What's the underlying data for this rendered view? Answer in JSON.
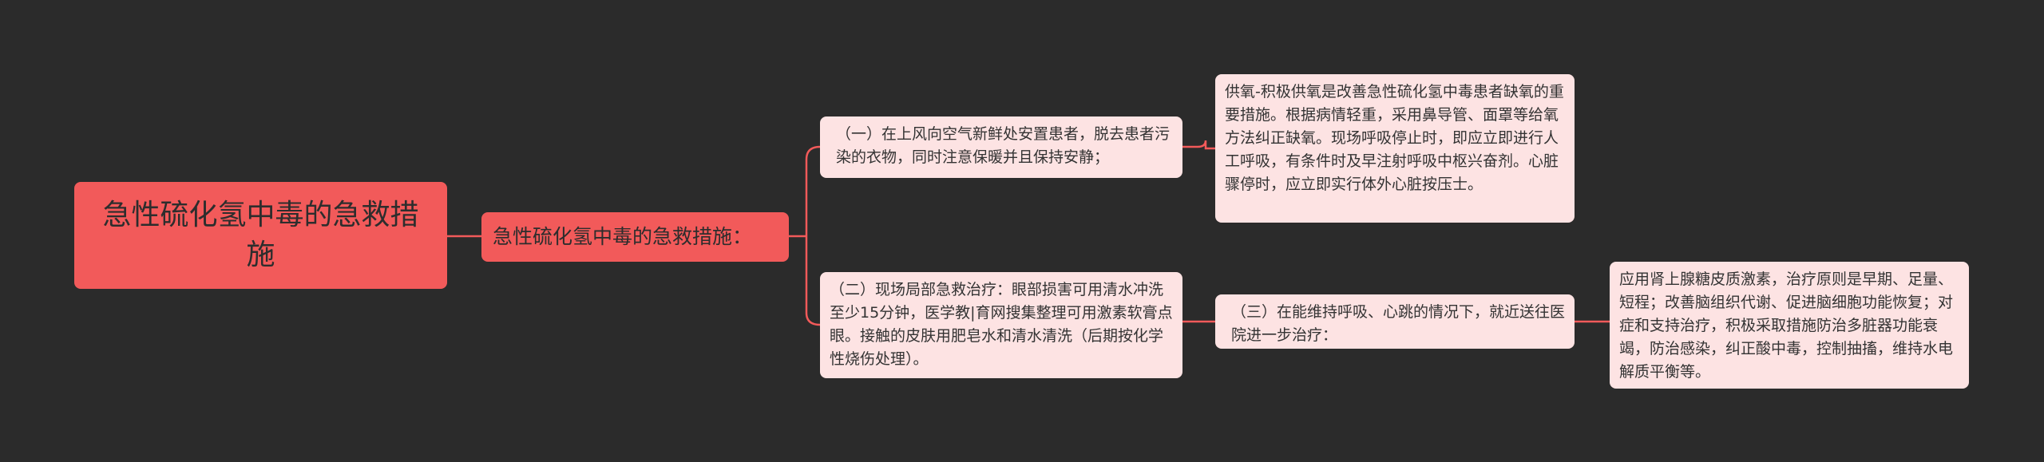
{
  "colors": {
    "background": "#2b2b2b",
    "main_node": "#f25a5a",
    "leaf_node": "#fde3e3",
    "connector": "#f25a5a"
  },
  "mindmap": {
    "root": {
      "text": "急性硫化氢中毒的急救措施"
    },
    "level1": {
      "text": "急性硫化氢中毒的急救措施："
    },
    "branch_a": {
      "text": "（一）在上风向空气新鲜处安置患者，脱去患者污染的衣物，同时注意保暖并且保持安静；"
    },
    "branch_b": {
      "text": "（二）现场局部急救治疗：眼部损害可用清水冲洗至少15分钟，医学教|育网搜集整理可用激素软膏点眼。接触的皮肤用肥皂水和清水清洗（后期按化学性烧伤处理）。"
    },
    "detail_a": {
      "text": "供氧-积极供氧是改善急性硫化氢中毒患者缺氧的重要措施。根据病情轻重，采用鼻导管、面罩等给氧方法纠正缺氧。现场呼吸停止时，即应立即进行人工呼吸，有条件时及早注射呼吸中枢兴奋剂。心脏骤停时，应立即实行体外心脏按压士。"
    },
    "detail_b": {
      "text": "（三）在能维持呼吸、心跳的情况下，就近送往医院进一步治疗："
    },
    "detail_b_child": {
      "text": "应用肾上腺糖皮质激素，治疗原则是早期、足量、短程；改善脑组织代谢、促进脑细胞功能恢复；对症和支持治疗，积极采取措施防治多脏器功能衰竭，防治感染，纠正酸中毒，控制抽搐，维持水电解质平衡等。"
    }
  }
}
